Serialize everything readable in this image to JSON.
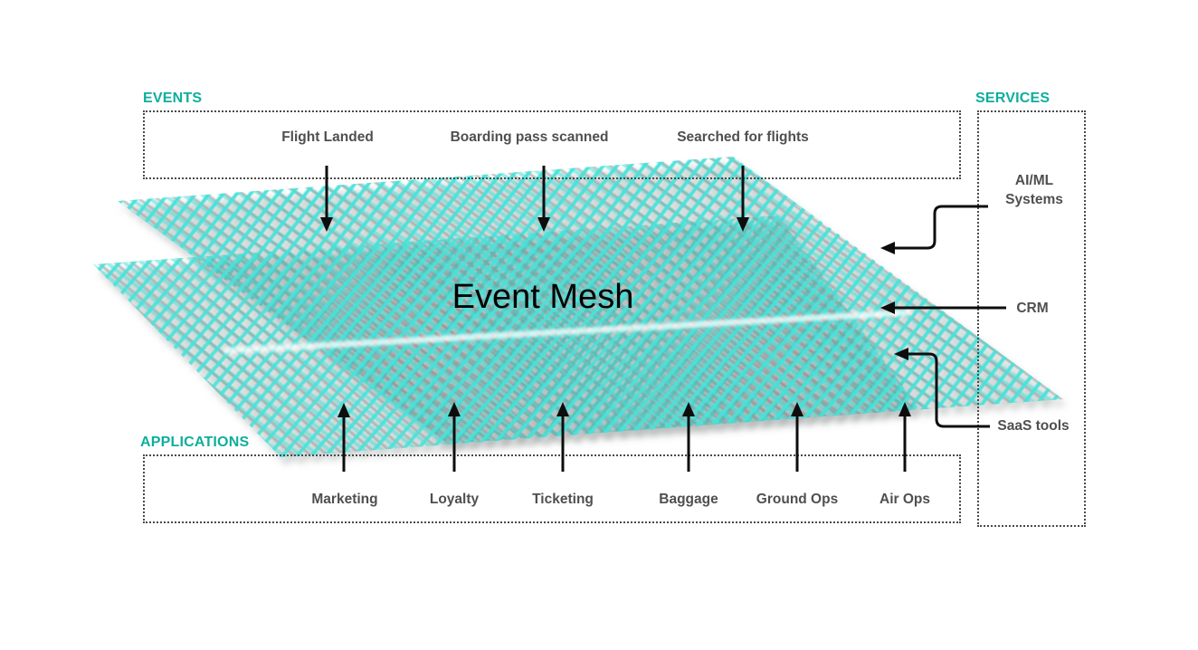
{
  "mesh": {
    "label": "Event Mesh"
  },
  "groups": {
    "events": {
      "label": "EVENTS",
      "items": [
        "Flight Landed",
        "Boarding pass scanned",
        "Searched for flights"
      ]
    },
    "services": {
      "label": "SERVICES",
      "items": [
        "AI/ML Systems",
        "CRM",
        "SaaS tools"
      ]
    },
    "applications": {
      "label": "APPLICATIONS",
      "items": [
        "Marketing",
        "Loyalty",
        "Ticketing",
        "Baggage",
        "Ground Ops",
        "Air Ops"
      ]
    }
  },
  "colors": {
    "accent_teal": "#0eae9c",
    "mesh_cyan": "#48e2d9",
    "label_gray": "#4f4f4f",
    "arrow_black": "#0d0d0d"
  }
}
